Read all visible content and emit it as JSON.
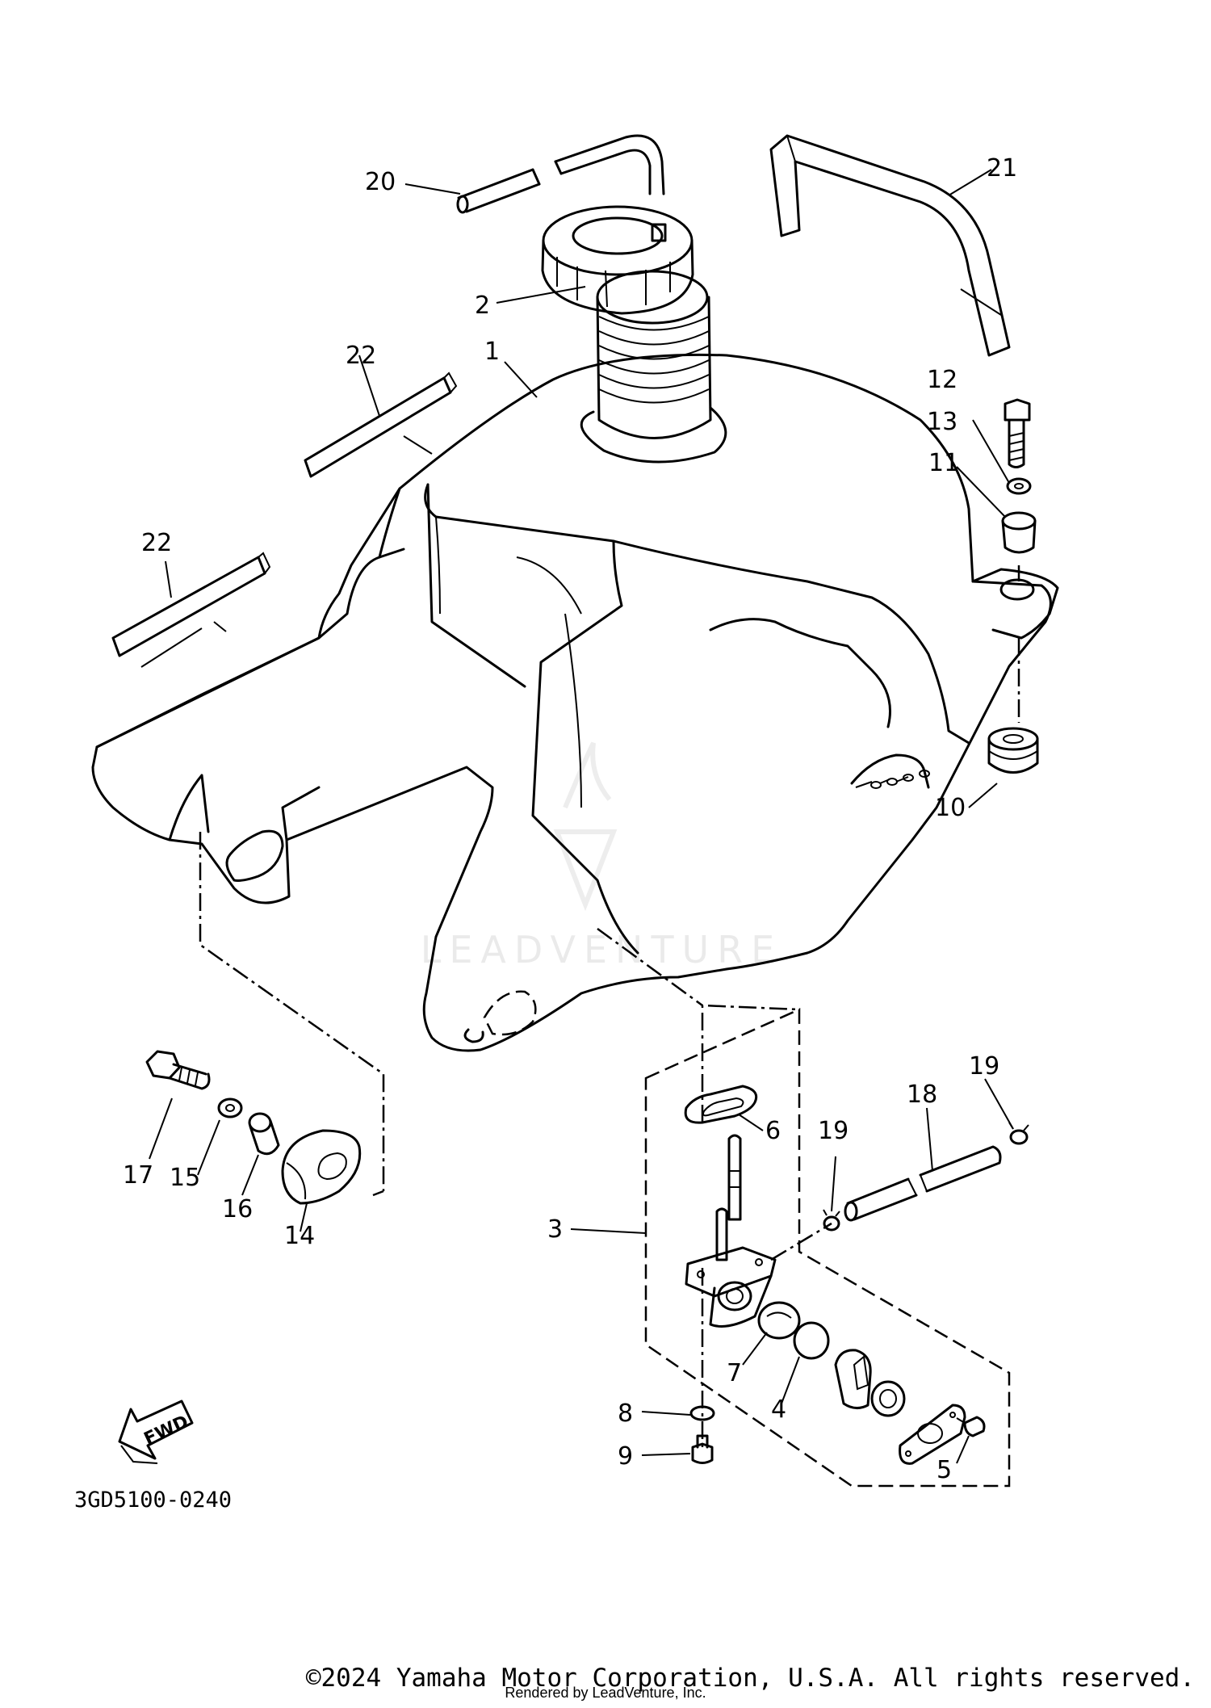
{
  "callouts": [
    {
      "id": "c1",
      "text": "1"
    },
    {
      "id": "c2",
      "text": "2"
    },
    {
      "id": "c3",
      "text": "3"
    },
    {
      "id": "c4",
      "text": "4"
    },
    {
      "id": "c5",
      "text": "5"
    },
    {
      "id": "c6",
      "text": "6"
    },
    {
      "id": "c7",
      "text": "7"
    },
    {
      "id": "c8",
      "text": "8"
    },
    {
      "id": "c9",
      "text": "9"
    },
    {
      "id": "c10",
      "text": "10"
    },
    {
      "id": "c11",
      "text": "11"
    },
    {
      "id": "c12",
      "text": "12"
    },
    {
      "id": "c13",
      "text": "13"
    },
    {
      "id": "c14",
      "text": "14"
    },
    {
      "id": "c15",
      "text": "15"
    },
    {
      "id": "c16",
      "text": "16"
    },
    {
      "id": "c17",
      "text": "17"
    },
    {
      "id": "c18",
      "text": "18"
    },
    {
      "id": "c19a",
      "text": "19"
    },
    {
      "id": "c19b",
      "text": "19"
    },
    {
      "id": "c20",
      "text": "20"
    },
    {
      "id": "c21",
      "text": "21"
    },
    {
      "id": "c22a",
      "text": "22"
    },
    {
      "id": "c22b",
      "text": "22"
    }
  ],
  "diagram_code": "3GD5100-0240",
  "fwd_arrow_label": "FWD",
  "watermark": "LEADVENTURE",
  "copyright": "©2024 Yamaha Motor Corporation, U.S.A. All rights reserved.",
  "rendered_by": "Rendered by LeadVenture, Inc."
}
